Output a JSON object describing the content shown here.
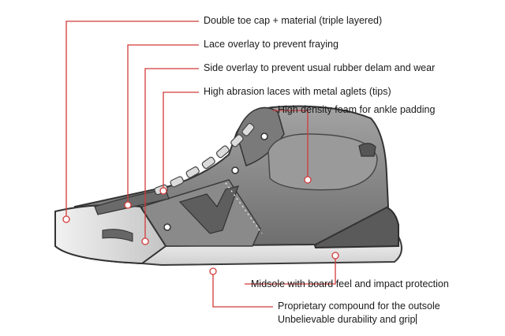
{
  "annotations": [
    {
      "id": "double-toe-cap",
      "text": "Double toe cap + material (triple layered)"
    },
    {
      "id": "lace-overlay",
      "text": "Lace overlay to prevent fraying"
    },
    {
      "id": "side-overlay",
      "text": "Side overlay to prevent usual rubber delam and wear"
    },
    {
      "id": "laces",
      "text": "High abrasion laces with metal aglets (tips)"
    },
    {
      "id": "ankle-padding",
      "text": "High density foam for ankle padding"
    },
    {
      "id": "midsole",
      "text": "Midsole with board feel and impact protection"
    },
    {
      "id": "outsole-line1",
      "text": "Proprietary compound for the outsole"
    },
    {
      "id": "outsole-line2",
      "text": "Unbelievable durability and grip"
    }
  ],
  "colors": {
    "leader_line": "#d23a3a",
    "shoe_body": "#8c8c8c",
    "sole": "#e8e8e8",
    "outline": "#3a3a3a"
  }
}
